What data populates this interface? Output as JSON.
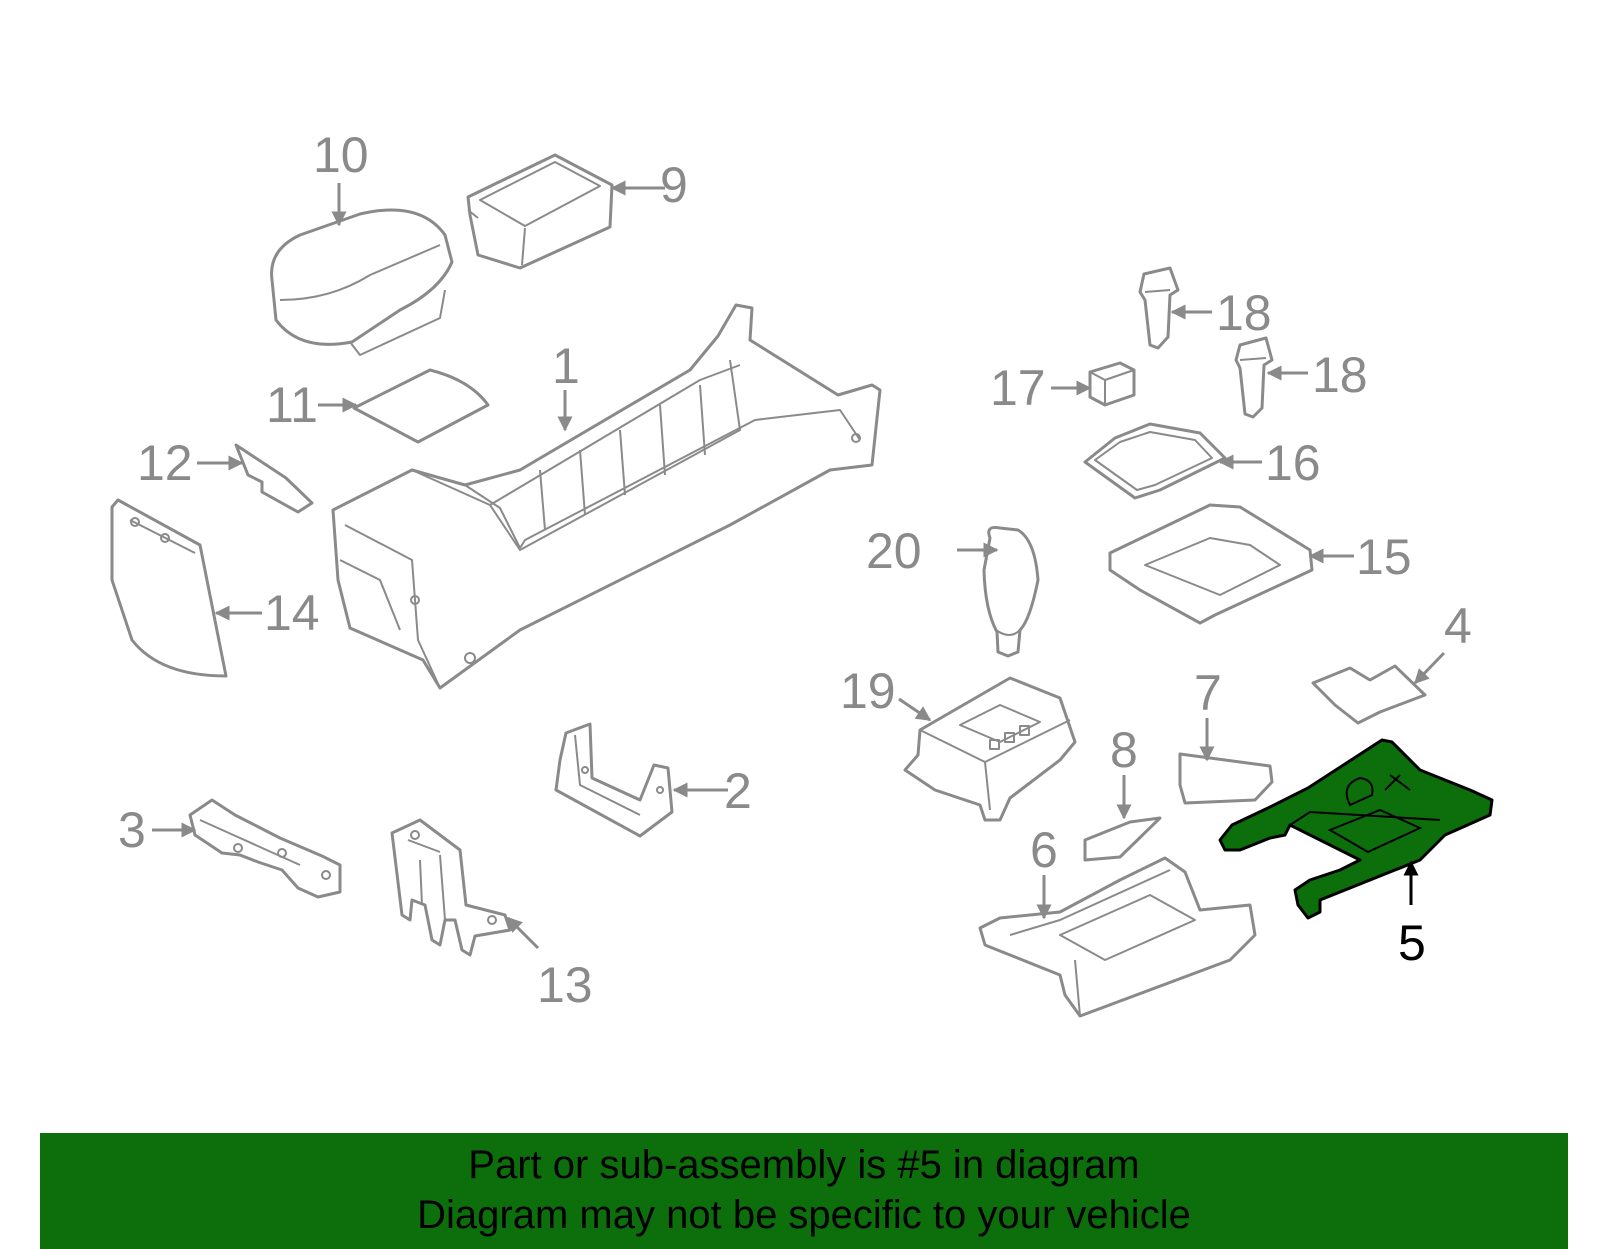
{
  "highlight_color": "#0c6f0c",
  "line_color": "#8a8a8a",
  "callouts": {
    "c1": "1",
    "c2": "2",
    "c3": "3",
    "c4": "4",
    "c5": "5",
    "c6": "6",
    "c7": "7",
    "c8": "8",
    "c9": "9",
    "c10": "10",
    "c11": "11",
    "c12": "12",
    "c13": "13",
    "c14": "14",
    "c15": "15",
    "c16": "16",
    "c17": "17",
    "c18a": "18",
    "c18b": "18",
    "c19": "19",
    "c20": "20"
  },
  "highlighted_part": "5",
  "banner": {
    "line1": "Part or sub-assembly is #5 in diagram",
    "line2": "Diagram may not be specific to your vehicle"
  }
}
